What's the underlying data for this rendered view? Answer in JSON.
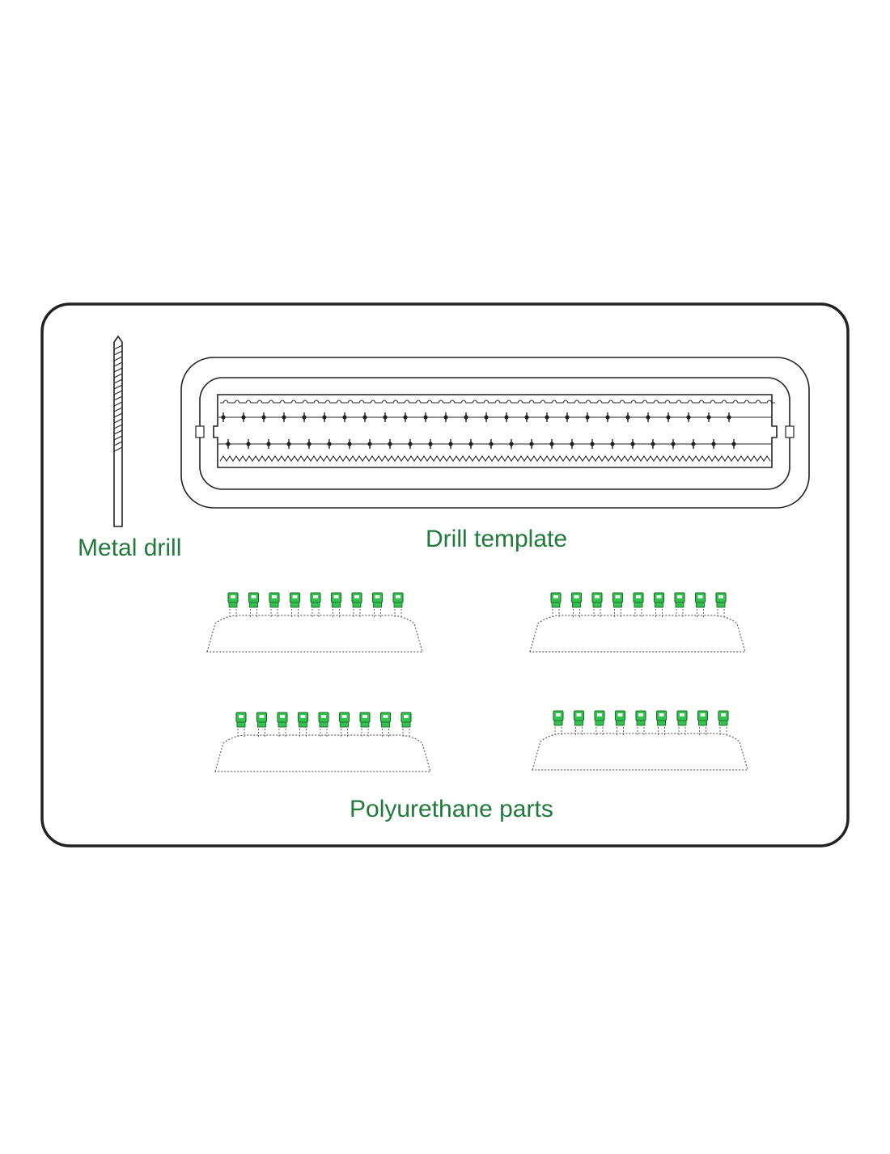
{
  "labels": {
    "metal_drill": "Metal drill",
    "drill_template": "Drill template",
    "polyurethane_parts": "Polyurethane parts"
  },
  "colors": {
    "outline": "#222222",
    "label_text": "#1f7a3c",
    "part_fill": "#33c24d",
    "part_stroke": "#1d6b2c",
    "dotted_outline": "#666666"
  },
  "parts": {
    "groups": 4,
    "units_per_group": 9
  }
}
